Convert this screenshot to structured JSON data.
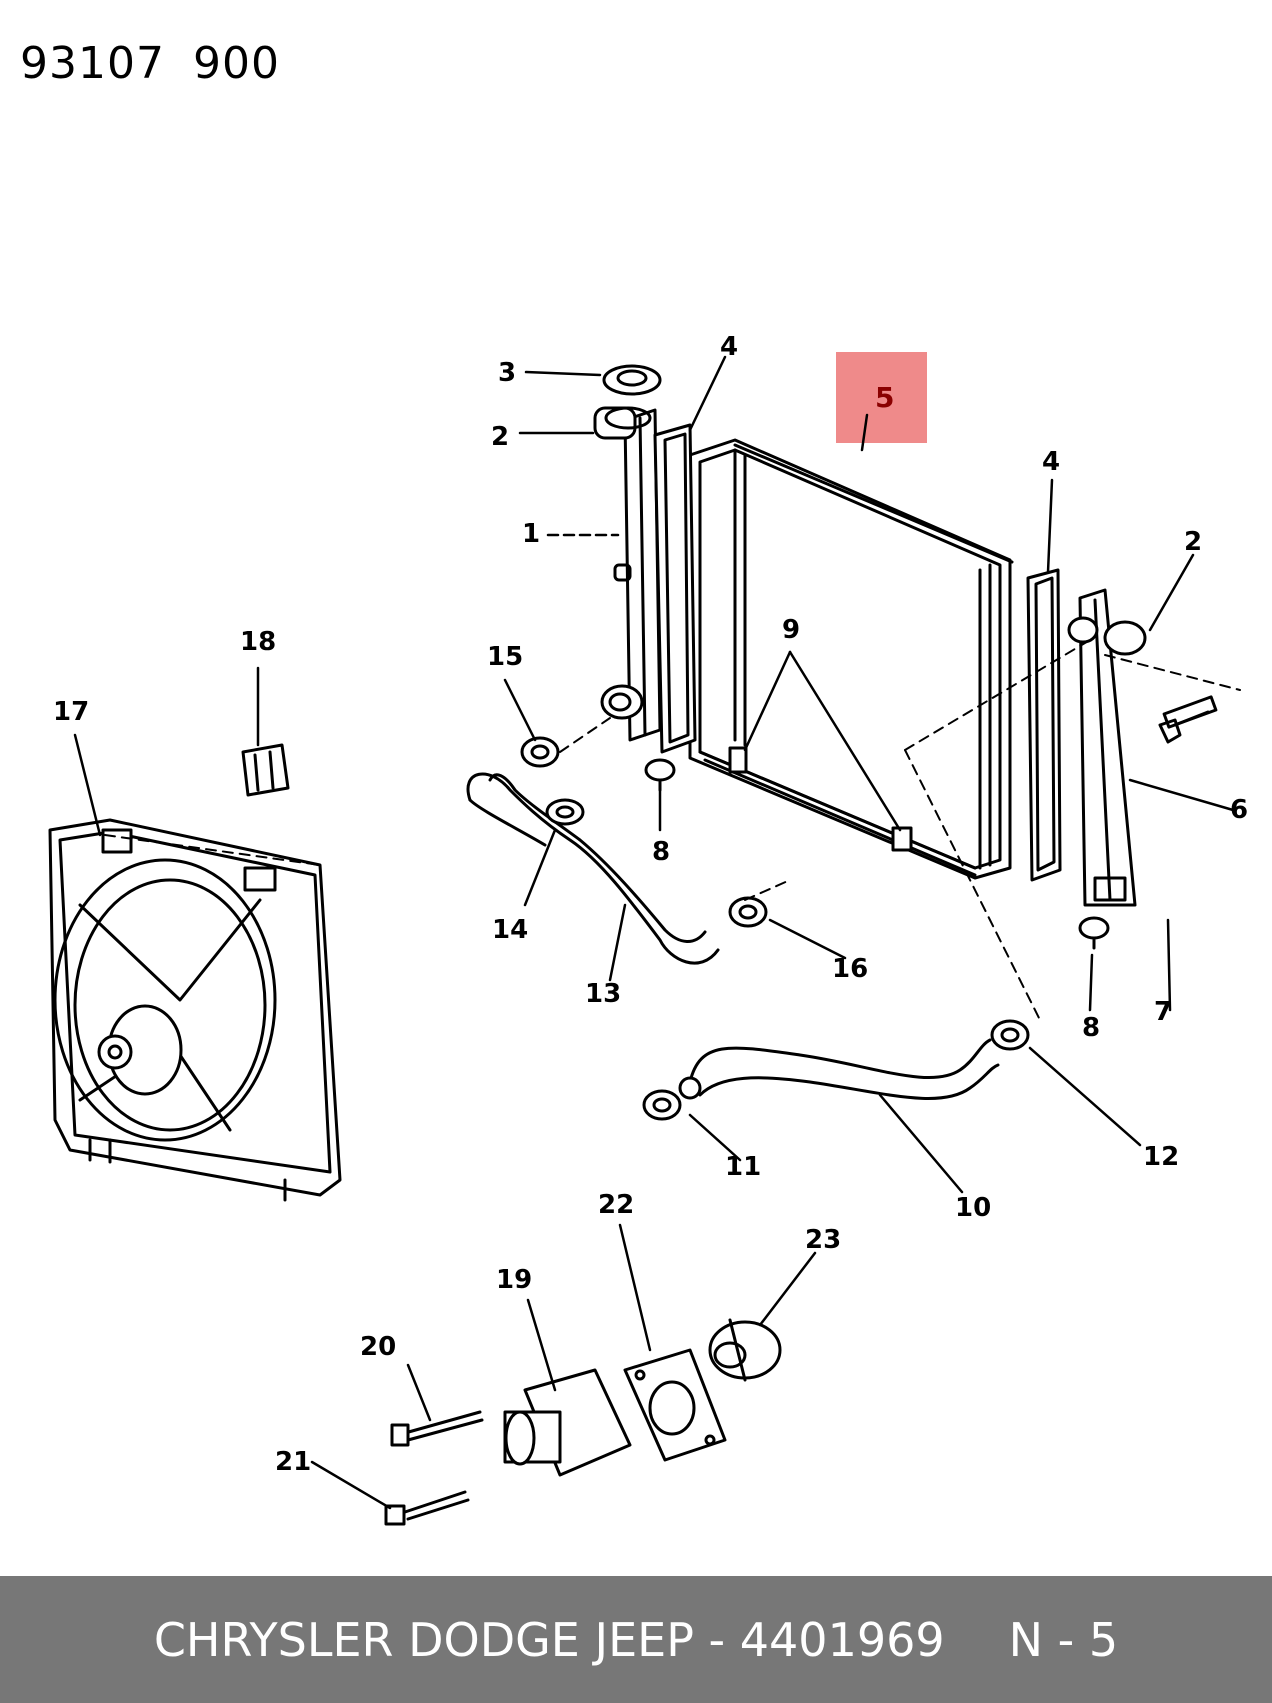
{
  "header": {
    "code_left": "93107",
    "code_right": "900"
  },
  "highlight": {
    "color": "#ef8a8a",
    "part": "5"
  },
  "callouts": {
    "c1": "1",
    "c2a": "2",
    "c2b": "2",
    "c3": "3",
    "c4a": "4",
    "c4b": "4",
    "c5": "5",
    "c6": "6",
    "c7": "7",
    "c8a": "8",
    "c8b": "8",
    "c9": "9",
    "c10": "10",
    "c11": "11",
    "c12": "12",
    "c13": "13",
    "c14": "14",
    "c15": "15",
    "c16": "16",
    "c17": "17",
    "c18": "18",
    "c19": "19",
    "c20": "20",
    "c21": "21",
    "c22": "22",
    "c23": "23"
  },
  "footer": {
    "brand": "CHRYSLER DODGE JEEP - 4401969",
    "page": "N - 5"
  }
}
